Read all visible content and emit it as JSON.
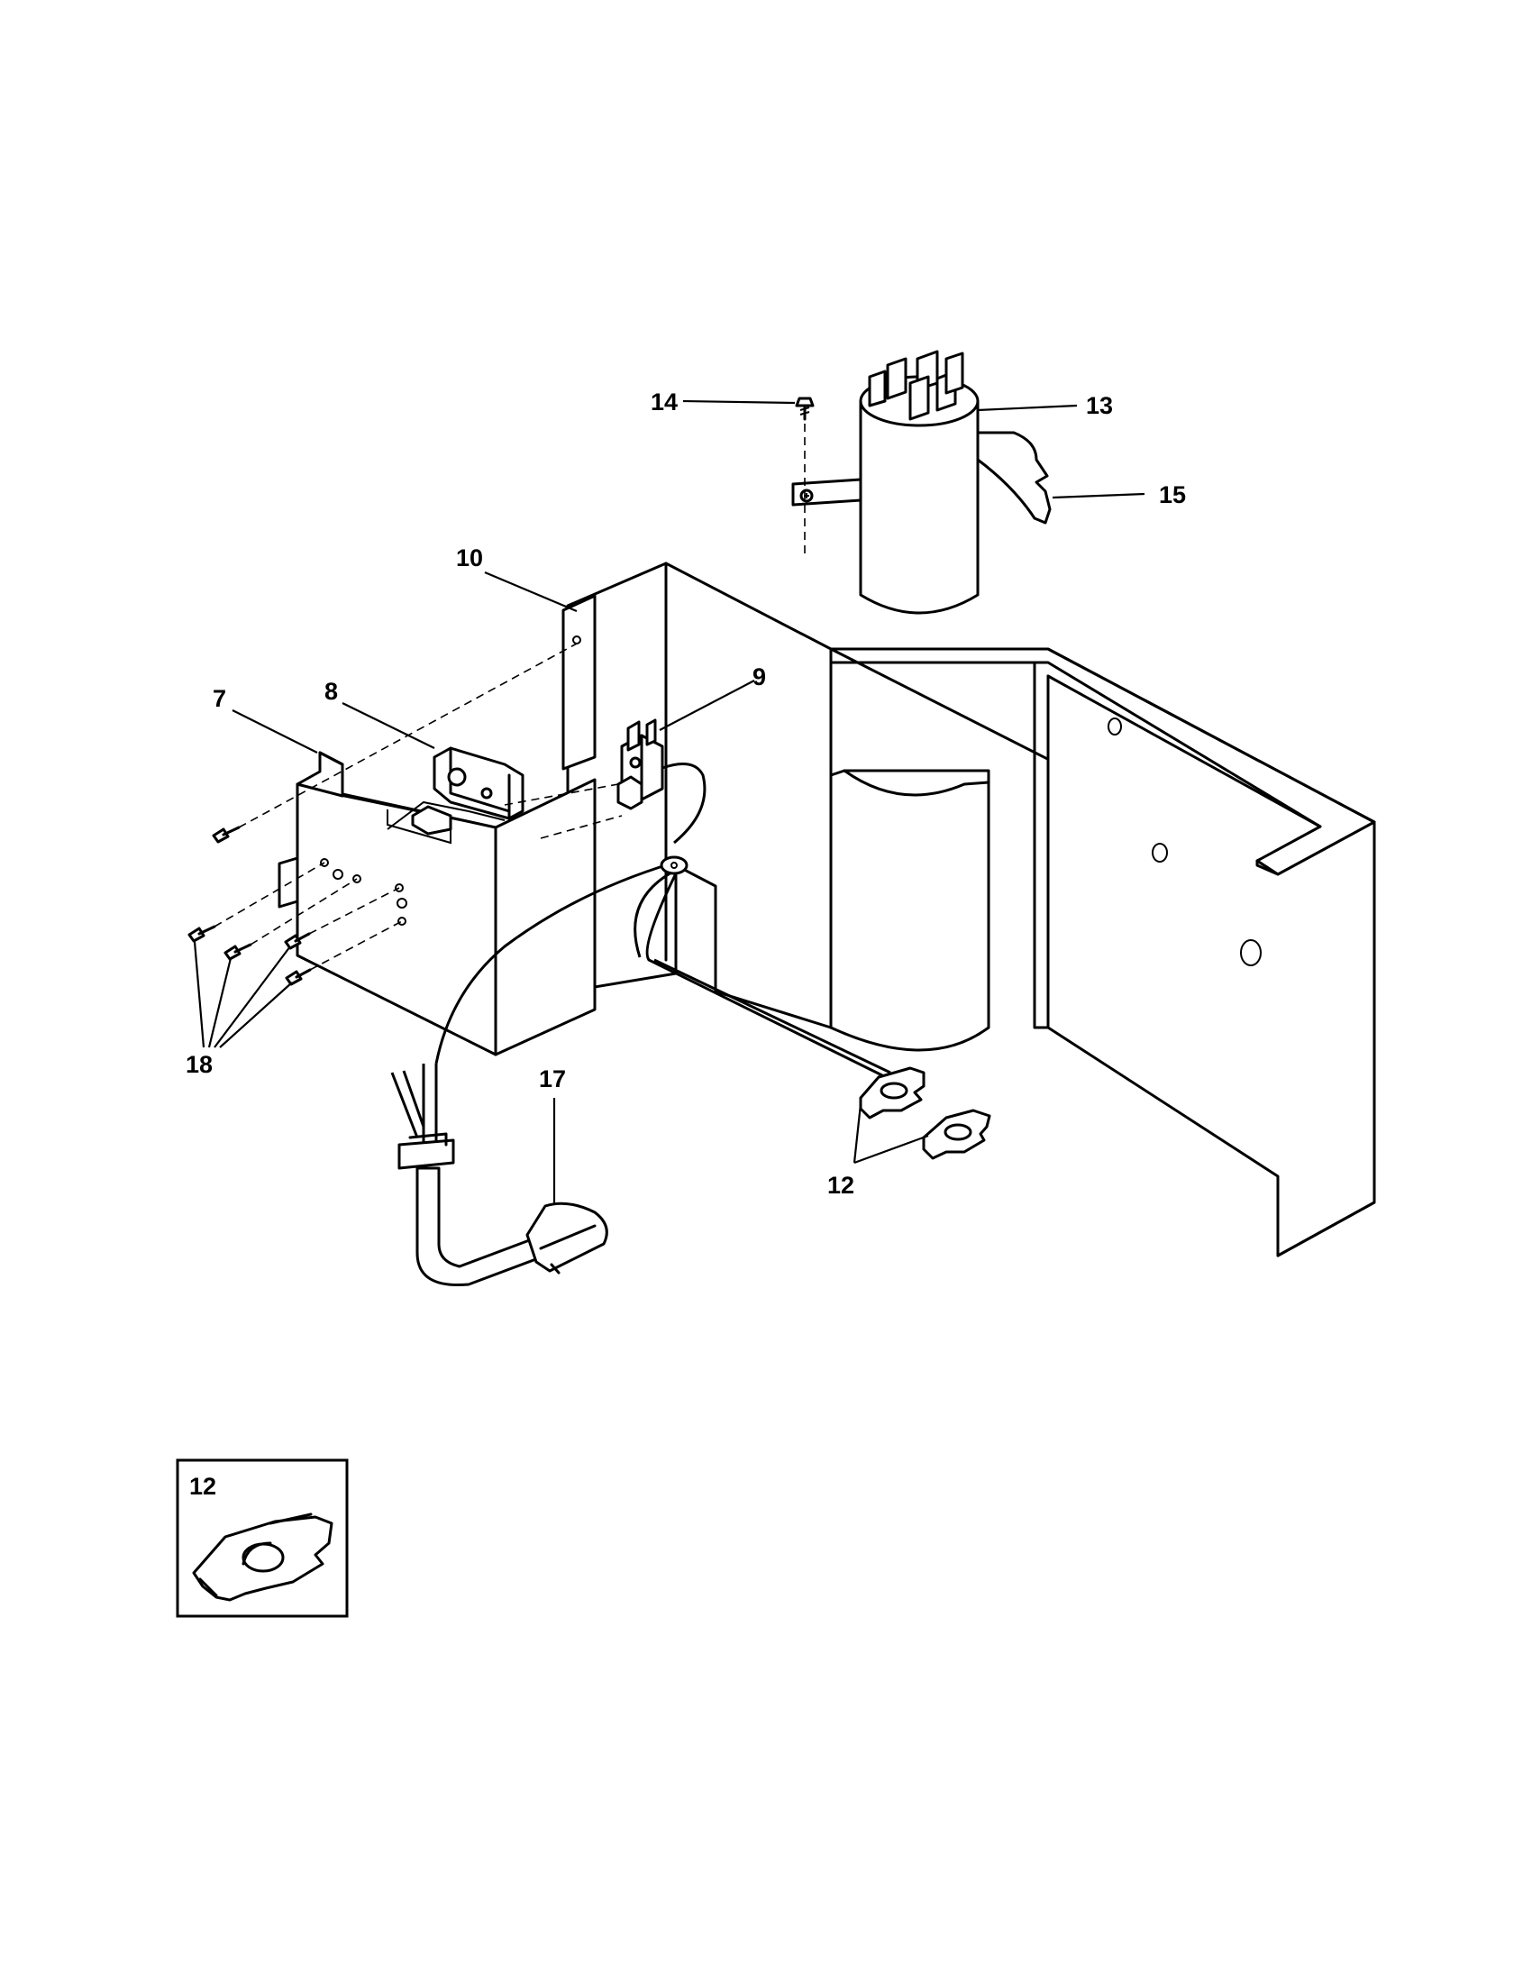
{
  "callouts": {
    "c7": "7",
    "c8": "8",
    "c9": "9",
    "c10": "10",
    "c12": "12",
    "c13": "13",
    "c14": "14",
    "c15": "15",
    "c17": "17",
    "c18": "18"
  },
  "inset": {
    "label": "12"
  }
}
